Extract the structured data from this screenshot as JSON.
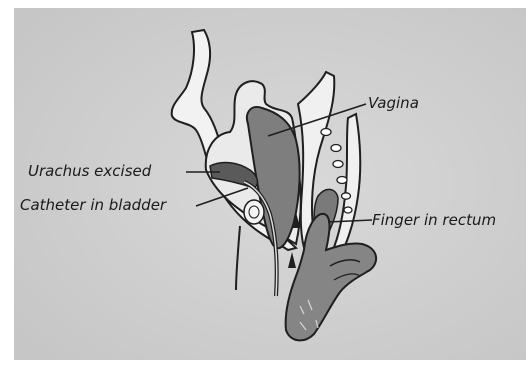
{
  "figure": {
    "labels": {
      "vagina": "Vagina",
      "urachus": "Urachus excised",
      "catheter": "Catheter in bladder",
      "finger": "Finger in rectum"
    },
    "colors": {
      "background": "#d2d2d2",
      "outline": "#1f1f1f",
      "organ_fill": "#e9e9e9",
      "dark_organ": "#7e7e7e",
      "finger_fill": "#858585",
      "border": "#ffffff"
    }
  }
}
